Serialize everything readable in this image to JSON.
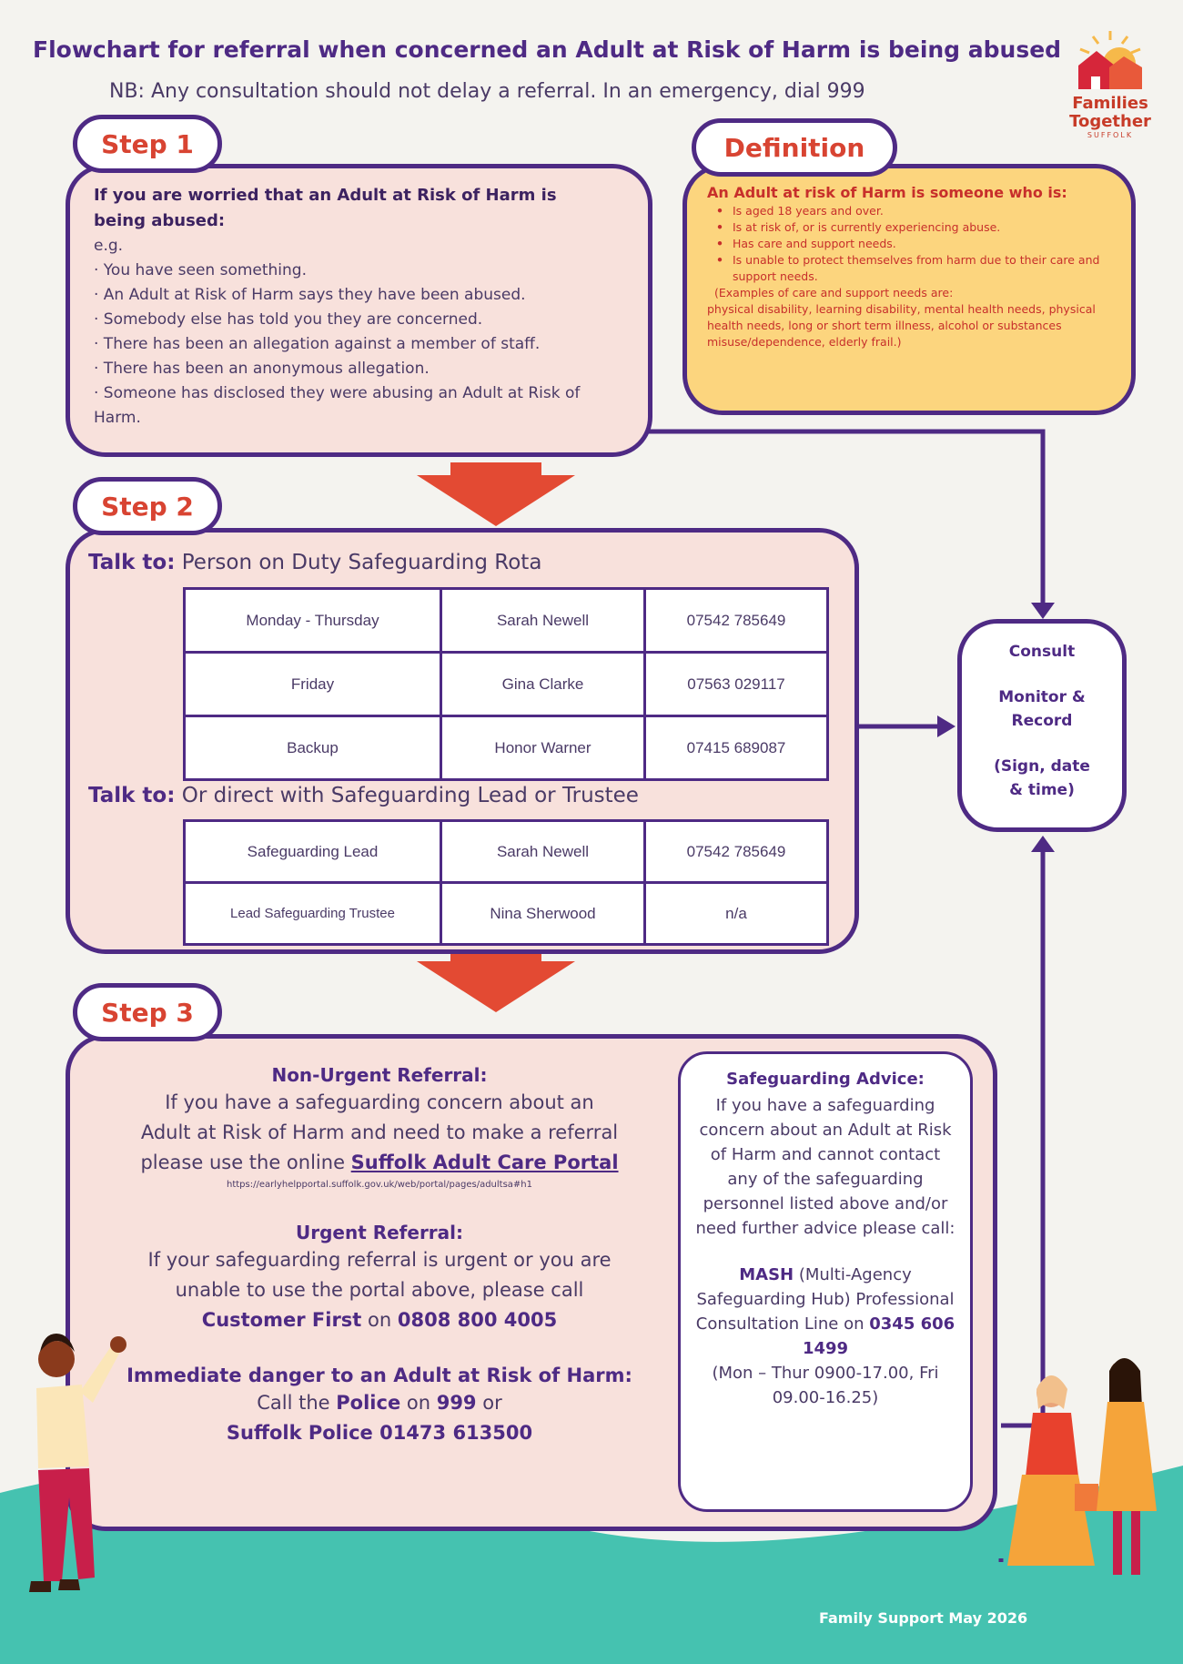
{
  "header": {
    "title": "Flowchart for referral when concerned an Adult at Risk of Harm is being abused",
    "subtitle": "NB: Any consultation should not delay a referral. In an emergency, dial 999"
  },
  "logo": {
    "line1": "Families",
    "line2": "Together",
    "sub": "SUFFOLK"
  },
  "step1": {
    "label": "Step 1",
    "heading": "If you are worried that an Adult at Risk of Harm is being abused:",
    "eg": "e.g.",
    "items": [
      "· You have seen something.",
      "· An Adult at Risk of Harm says they have been abused.",
      "· Somebody else has told you they are concerned.",
      "· There has been an allegation against a member of staff.",
      "· There has been an anonymous allegation.",
      "· Someone has disclosed they were abusing an Adult at Risk of Harm."
    ]
  },
  "definition": {
    "label": "Definition",
    "heading": "An Adult at risk of Harm is someone who is:",
    "bullets": [
      "Is aged 18 years and over.",
      "Is at risk of, or is currently experiencing abuse.",
      "Has care and support needs.",
      "Is unable to protect themselves from harm due to their care and support needs."
    ],
    "note_open": "(Examples of care and support needs are:",
    "note_body": "physical disability, learning disability, mental health needs, physical health needs, long or short term illness, alcohol or substances misuse/dependence, elderly frail.)"
  },
  "step2": {
    "label": "Step 2",
    "talk1_bold": "Talk to:",
    "talk1_text": " Person on Duty Safeguarding Rota",
    "rota": [
      [
        "Monday - Thursday",
        "Sarah Newell",
        "07542 785649"
      ],
      [
        "Friday",
        "Gina Clarke",
        "07563 029117"
      ],
      [
        "Backup",
        "Honor Warner",
        "07415 689087"
      ]
    ],
    "talk2_bold": "Talk to:",
    "talk2_text": " Or direct with Safeguarding Lead or Trustee",
    "leads": [
      [
        "Safeguarding Lead",
        "Sarah Newell",
        "07542 785649"
      ],
      [
        "Lead Safeguarding Trustee",
        "Nina Sherwood",
        "n/a"
      ]
    ]
  },
  "consult": {
    "line1": "Consult",
    "line2": "Monitor &",
    "line3": "Record",
    "line4": "(Sign, date",
    "line5": "& time)"
  },
  "step3": {
    "label": "Step 3",
    "nonurgent_h": "Non-Urgent Referral:",
    "nonurgent_l1": "If you have a safeguarding concern about an",
    "nonurgent_l2": "Adult at Risk of Harm and need to make a referral",
    "nonurgent_l3": "please use the online ",
    "portal_link": "Suffolk Adult Care Portal",
    "portal_url": "https://earlyhelpportal.suffolk.gov.uk/web/portal/pages/adultsa#h1",
    "urgent_h": "Urgent Referral:",
    "urgent_l1": "If your safeguarding referral is urgent or you are",
    "urgent_l2": "unable to use the portal above, please call",
    "urgent_cf": "Customer First",
    "urgent_on": " on ",
    "urgent_phone": "0808 800 4005",
    "danger_h": "Immediate danger to an Adult at Risk of Harm:",
    "danger_l1a": "Call the ",
    "danger_police": "Police",
    "danger_l1b": " on ",
    "danger_999": "999",
    "danger_l1c": " or",
    "danger_l2": "Suffolk Police 01473 613500"
  },
  "advice": {
    "heading": "Safeguarding Advice:",
    "body": "If you have a safeguarding concern about an Adult at Risk of Harm and cannot contact any of the safeguarding personnel listed above and/or need further advice please call:",
    "mash": "MASH",
    "mash_rest": " (Multi-Agency Safeguarding Hub) Professional Consultation Line on ",
    "phone": "0345 606 1499",
    "hours": "(Mon – Thur 0900-17.00, Fri 09.00-16.25)"
  },
  "footer": {
    "text": "Family Support May 2026"
  },
  "colors": {
    "purple": "#4e2a84",
    "red": "#d84432",
    "pink": "#f8e1dc",
    "yellow": "#fcd57e",
    "teal": "#45c2b0"
  }
}
